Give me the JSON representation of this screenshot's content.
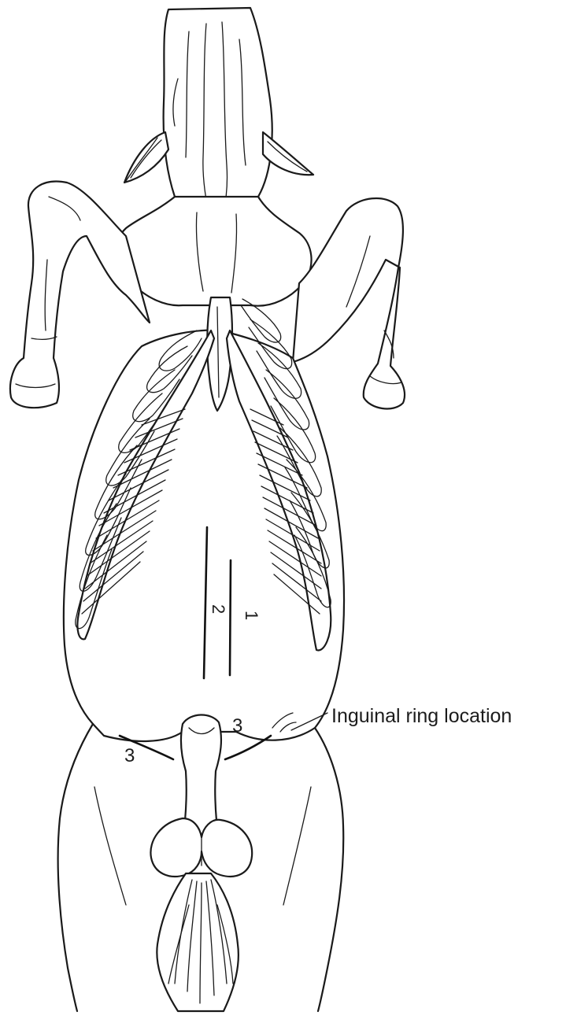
{
  "figure": {
    "labels": {
      "incision_1": "1",
      "incision_2": "2",
      "incision_3_left": "3",
      "incision_3_right": "3",
      "inguinal_ring": "Inguinal ring location"
    }
  }
}
